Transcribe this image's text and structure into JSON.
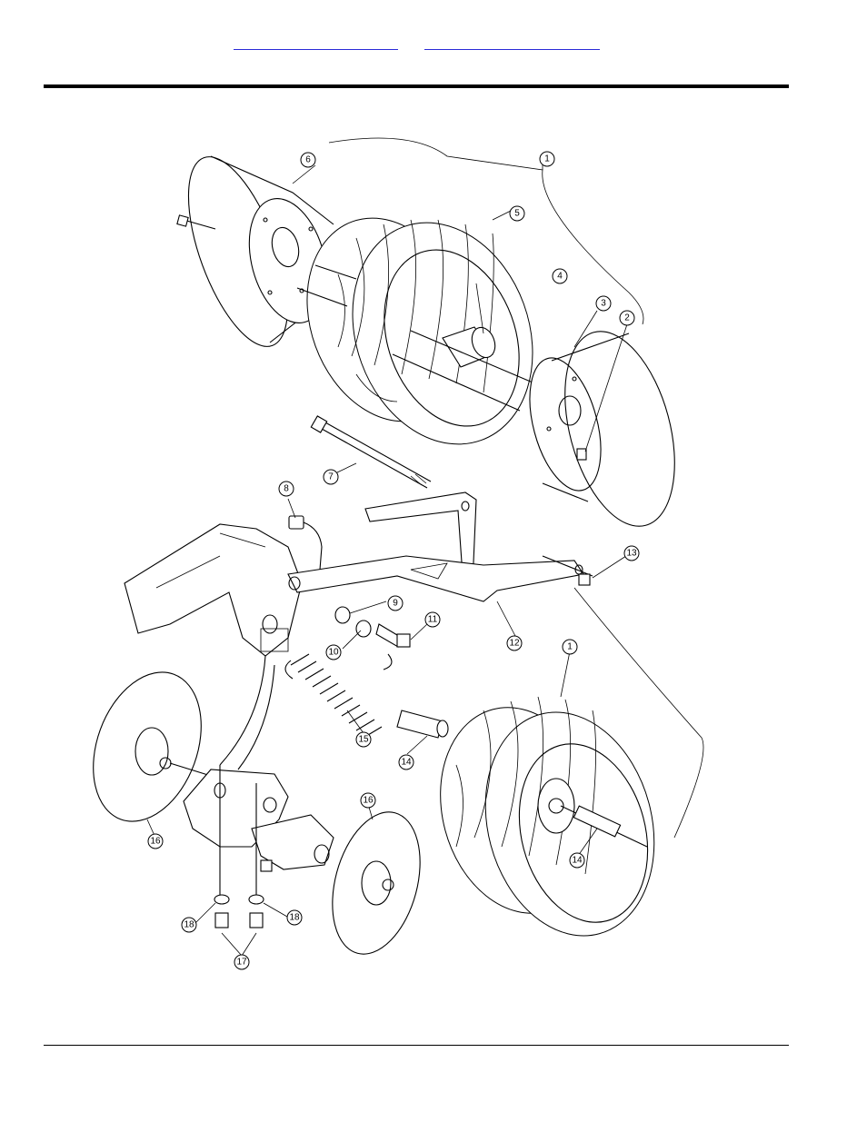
{
  "header": {
    "links": [
      {
        "label": ""
      },
      {
        "label": ""
      }
    ]
  },
  "diagram": {
    "callouts": [
      {
        "label": "1"
      },
      {
        "label": "2"
      },
      {
        "label": "3"
      },
      {
        "label": "4"
      },
      {
        "label": "5"
      },
      {
        "label": "6"
      },
      {
        "label": "7"
      },
      {
        "label": "8"
      },
      {
        "label": "9"
      },
      {
        "label": "10"
      },
      {
        "label": "11"
      },
      {
        "label": "12"
      },
      {
        "label": "13"
      },
      {
        "label": "14"
      },
      {
        "label": "15"
      },
      {
        "label": "16"
      },
      {
        "label": "1"
      },
      {
        "label": "14"
      },
      {
        "label": "16"
      },
      {
        "label": "18"
      },
      {
        "label": "18"
      },
      {
        "label": "17"
      }
    ]
  }
}
